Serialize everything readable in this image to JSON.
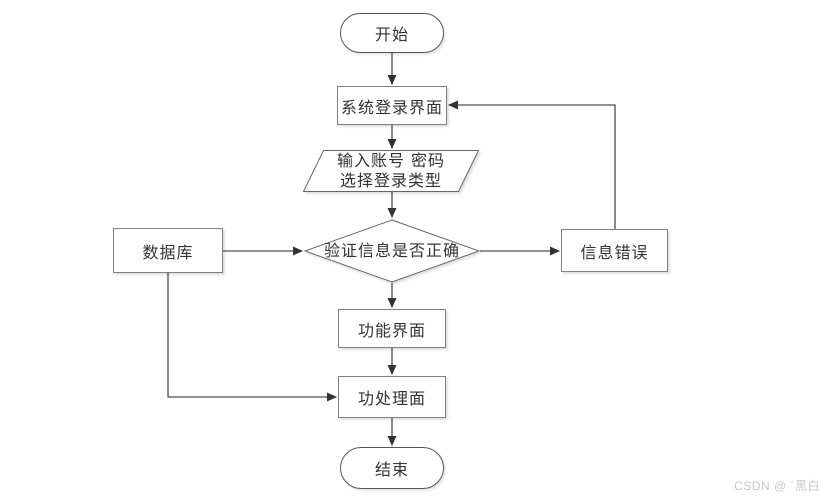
{
  "diagram": {
    "nodes": {
      "start": {
        "label": "开始",
        "type": "terminator"
      },
      "login": {
        "label": "系统登录界面",
        "type": "process"
      },
      "input": {
        "line1": "输入账号 密码",
        "line2": "选择登录类型",
        "type": "io"
      },
      "verify": {
        "label": "验证信息是否正确",
        "type": "decision"
      },
      "database": {
        "label": "数据库",
        "type": "process"
      },
      "error": {
        "label": "信息错误",
        "type": "process"
      },
      "function": {
        "label": "功能界面",
        "type": "process"
      },
      "process": {
        "label": "功处理面",
        "type": "process"
      },
      "end": {
        "label": "结束",
        "type": "terminator"
      }
    },
    "colors": {
      "background": "#ffffff",
      "line": "#4d4d4d",
      "box_border": "#808080",
      "terminator_border": "#555555",
      "text": "#333333",
      "watermark": "#c8c8c8"
    },
    "watermark": "CSDN @ ´黑白"
  }
}
